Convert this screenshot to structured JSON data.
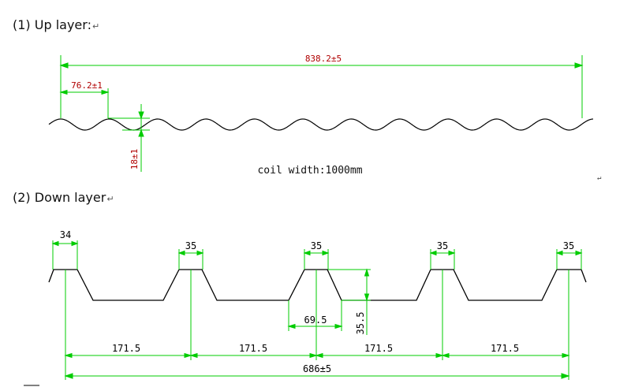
{
  "up_layer": {
    "heading": "(1) Up layer:",
    "mark": "↵",
    "dim_total": "838.2±5",
    "dim_pitch": "76.2±1",
    "dim_height": "18±1",
    "note": "coil width:1000mm",
    "note_mark": "↵",
    "colors": {
      "profile": "#000000",
      "dimension_line": "#00cc00",
      "dimension_text": "#b00000"
    }
  },
  "down_layer": {
    "heading": "(2) Down layer",
    "mark": "↵",
    "top_widths": [
      "34",
      "35",
      "35",
      "35",
      "35"
    ],
    "bottom_width": "69.5",
    "rib_height": "35.5",
    "spans": [
      "171.5",
      "171.5",
      "171.5",
      "171.5"
    ],
    "total": "686±5",
    "colors": {
      "profile": "#000000",
      "dimension_line": "#00cc00",
      "dimension_text": "#000000"
    }
  }
}
